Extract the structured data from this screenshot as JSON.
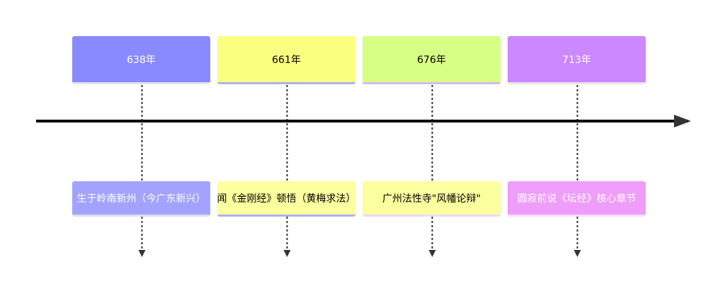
{
  "timeline": {
    "periods": [
      {
        "year": "638年",
        "color": "#8a8aff",
        "text_color": "#ffffff",
        "border_color": "#e0e0f8",
        "events": [
          {
            "text": "生于岭南新州（今广东新兴）",
            "color": "#a3a3ff",
            "text_color": "#ffffff",
            "border_color": "#dcdcf5"
          }
        ]
      },
      {
        "year": "661年",
        "color": "#fbff80",
        "text_color": "#000000",
        "border_color": "#b0b0f0",
        "events": [
          {
            "text": "闻《金刚经》顿悟（黄梅求法）",
            "color": "#fcff9e",
            "text_color": "#000000",
            "border_color": "#b0b0f0"
          }
        ]
      },
      {
        "year": "676年",
        "color": "#d7ff85",
        "text_color": "#000000",
        "border_color": "#d8b8f0",
        "events": [
          {
            "text": "广州法性寺\"风幡论辩\"",
            "color": "#fcff9e",
            "text_color": "#000000",
            "border_color": "#f0d8f8"
          }
        ]
      },
      {
        "year": "713年",
        "color": "#cc88ff",
        "text_color": "#ffffff",
        "border_color": "#e8e0f4",
        "events": [
          {
            "text": "圆寂前说《坛经》核心章节",
            "color": "#ee9dfa",
            "text_color": "#ffffff",
            "border_color": "#f5e0fa"
          }
        ]
      }
    ],
    "axis_color": "#000000",
    "connector_color": "#333333"
  }
}
